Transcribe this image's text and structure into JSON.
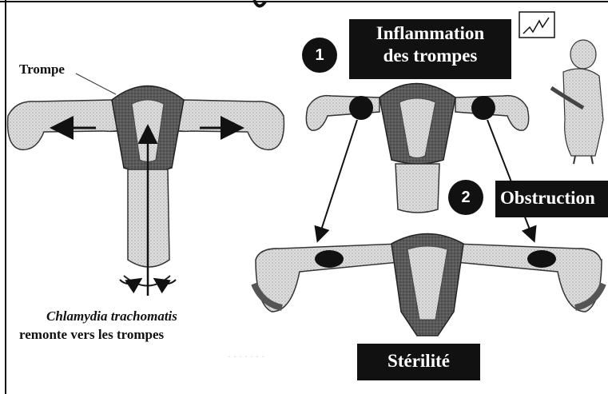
{
  "labels": {
    "trompe": "Trompe",
    "species": "Chlamydia trachomatis",
    "caption_rest": "remonte  vers les trompes",
    "inflammation_line1": "Inflammation",
    "inflammation_line2": "des trompes",
    "obstruction": "Obstruction",
    "sterilite": "Stérilité",
    "step1": "1",
    "step2": "2"
  },
  "colors": {
    "tissue_light": "#dcdcdc",
    "tissue_dark": "#555555",
    "block": "#111111"
  }
}
